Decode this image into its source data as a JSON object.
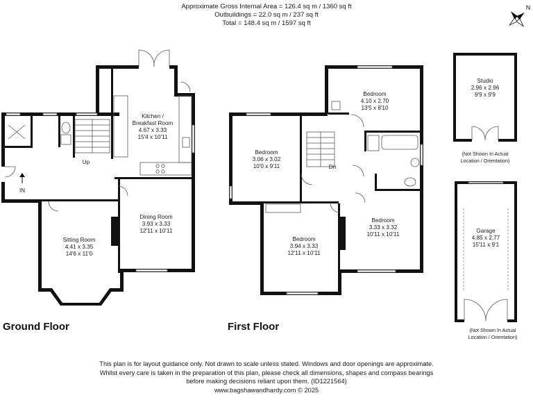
{
  "header": {
    "line1": "Approximate Gross Internal Area = 126.4 sq m / 1360 sq ft",
    "line2": "Outbuildings = 22.0 sq m / 237 sq ft",
    "line3": "Total = 148.4 sq m / 1597 sq ft"
  },
  "compass": {
    "north_label": "N"
  },
  "ground_floor": {
    "title": "Ground Floor",
    "entry_label": "IN",
    "stairs_label": "Up",
    "rooms": {
      "kitchen": {
        "name1": "Kitchen /",
        "name2": "Breakfast  Room",
        "metric": "4.67 x 3.33",
        "imperial": "15'4 x 10'11"
      },
      "dining": {
        "name": "Dining Room",
        "metric": "3.93 x 3.33",
        "imperial": "12'11 x 10'11"
      },
      "sitting": {
        "name": "Sitting Room",
        "metric": "4.41 x 3.35",
        "imperial": "14'6 x 11'0"
      }
    }
  },
  "first_floor": {
    "title": "First Floor",
    "stairs_label": "Dn",
    "rooms": {
      "bedroom_rear": {
        "name": "Bedroom",
        "metric": "4.10 x 2.70",
        "imperial": "13'5 x 8'10"
      },
      "bedroom_left": {
        "name": "Bedroom",
        "metric": "3.06 x 3.02",
        "imperial": "10'0 x 9'11"
      },
      "bedroom_front_left": {
        "name": "Bedroom",
        "metric": "3.94 x 3.33",
        "imperial": "12'11 x 10'11"
      },
      "bedroom_front_right": {
        "name": "Bedroom",
        "metric": "3.33 x 3.32",
        "imperial": "10'11 x 10'11"
      }
    }
  },
  "outbuildings": {
    "studio": {
      "name": "Studio",
      "metric": "2.96 x 2.96",
      "imperial": "9'9 x 9'9"
    },
    "garage": {
      "name": "Garage",
      "metric": "4.85 x 2.77",
      "imperial": "15'11 x 9'1"
    },
    "note_line1": "(Not Shown In Actual",
    "note_line2": "Location / Orientation)"
  },
  "footer": {
    "line1": "This plan is for layout guidance only. Not drawn to scale unless stated. Windows and door openings are approximate.",
    "line2": "Whilst every care is taken in the preparation of this plan, please check all dimensions, shapes and compass bearings",
    "line3": "before making decisions reliant upon them. (ID1221564)",
    "line4": "www.bagshawandhardy.com © 2025"
  }
}
